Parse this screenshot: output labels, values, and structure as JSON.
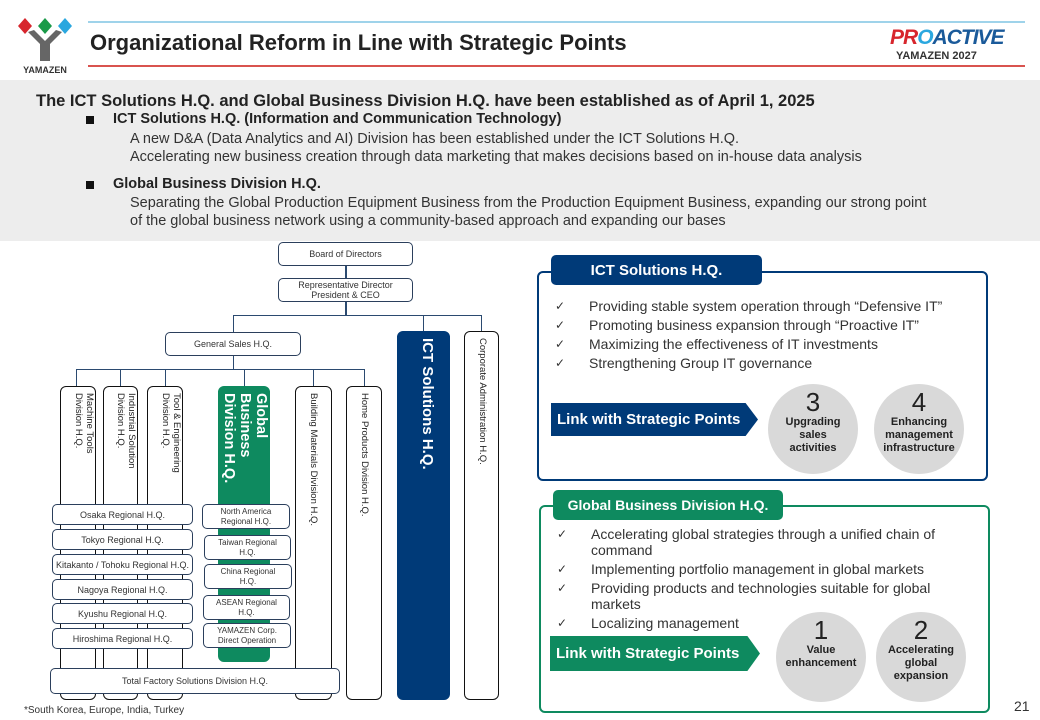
{
  "header": {
    "title": "Organizational Reform in Line with Strategic Points",
    "logo_text": "YAMAZEN",
    "brand_logo": "PROACTIVE YAMAZEN 2027"
  },
  "intro": {
    "lead": "The ICT Solutions H.Q. and Global Business Division H.Q. have been established as of April 1, 2025",
    "bullets": [
      {
        "heading": "ICT Solutions H.Q. (Information and Communication Technology)",
        "lines": [
          "A new D&A (Data Analytics and AI) Division has been established under the ICT Solutions H.Q.",
          "Accelerating new business creation through data marketing that makes decisions based on in-house data analysis"
        ]
      },
      {
        "heading": "Global Business Division H.Q.",
        "lines": [
          "Separating the Global Production Equipment Business from the Production Equipment Business, expanding our strong point",
          "of the global business network using a community-based approach and expanding our bases"
        ]
      }
    ]
  },
  "org": {
    "board": "Board of Directors",
    "ceo": "Representative Director\nPresident & CEO",
    "general_sales": "General Sales H.Q.",
    "columns": [
      "Machine Tools\nDivision H.Q.",
      "Industrial Solution\nDivision H.Q.",
      "Tool & Engineering\nDivision H.Q.",
      "Global\nBusiness\nDivision H.Q.",
      "Building Materials Division H.Q.",
      "Home Products Division H.Q.",
      "ICT Solutions H.Q.",
      "Corporate Administration H.Q."
    ],
    "regional": [
      "Osaka Regional H.Q.",
      "Tokyo Regional H.Q.",
      "Kitakanto / Tohoku Regional H.Q.",
      "Nagoya Regional H.Q.",
      "Kyushu Regional H.Q.",
      "Hiroshima Regional H.Q."
    ],
    "global_sub": [
      "North America Regional H.Q.",
      "Taiwan Regional H.Q.",
      "China Regional H.Q.",
      "ASEAN Regional H.Q.",
      "YAMAZEN Corp. Direct Operation"
    ],
    "total_factory": "Total Factory Solutions Division H.Q.",
    "footnote": "*South Korea, Europe, India, Turkey"
  },
  "ict_panel": {
    "title": "ICT Solutions H.Q.",
    "items": [
      "Providing stable system operation through “Defensive IT”",
      "Promoting business expansion through “Proactive IT”",
      "Maximizing the effectiveness of IT investments",
      "Strengthening Group IT governance"
    ],
    "link": "Link with Strategic Points",
    "points": [
      {
        "num": "3",
        "label": "Upgrading sales activities"
      },
      {
        "num": "4",
        "label": "Enhancing management infrastructure"
      }
    ]
  },
  "global_panel": {
    "title": "Global Business Division H.Q.",
    "items": [
      "Accelerating global strategies through a unified chain of command",
      "Implementing portfolio management in global markets",
      "Providing products and technologies suitable for global markets",
      "Localizing management"
    ],
    "link": "Link with Strategic Points",
    "points": [
      {
        "num": "1",
        "label": "Value enhancement"
      },
      {
        "num": "2",
        "label": "Accelerating global expansion"
      }
    ]
  },
  "page_number": "21",
  "colors": {
    "navy": "#003a78",
    "green": "#0e8a5f"
  }
}
